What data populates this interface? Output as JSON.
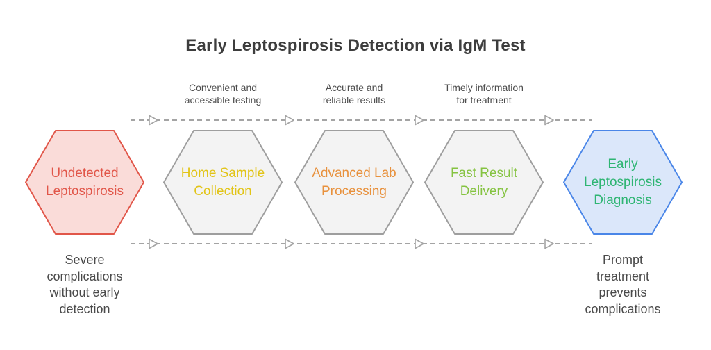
{
  "title": "Early Leptospirosis Detection via IgM Test",
  "colors": {
    "background": "#ffffff",
    "title_text": "#3d3d3d",
    "connector": "#a4a4a4",
    "connector_label_text": "#4d4d4d",
    "caption_text": "#4a4a4a"
  },
  "connector_labels": [
    {
      "text": "Convenient and\naccessible testing"
    },
    {
      "text": "Accurate and\nreliable results"
    },
    {
      "text": "Timely information\nfor treatment"
    }
  ],
  "steps": [
    {
      "label": "Undetected\nLeptospirosis",
      "fill": "#fadcd9",
      "border": "#e15649",
      "text_color": "#e15649"
    },
    {
      "label": "Home Sample\nCollection",
      "fill": "#f3f3f3",
      "border": "#9e9e9e",
      "text_color": "#e2c417"
    },
    {
      "label": "Advanced Lab\nProcessing",
      "fill": "#f3f3f3",
      "border": "#9e9e9e",
      "text_color": "#e8913d"
    },
    {
      "label": "Fast Result\nDelivery",
      "fill": "#f3f3f3",
      "border": "#9e9e9e",
      "text_color": "#85c341"
    },
    {
      "label": "Early\nLeptospirosis\nDiagnosis",
      "fill": "#dbe7fa",
      "border": "#4a86e8",
      "text_color": "#2eb573"
    }
  ],
  "captions": [
    {
      "text": "Severe\ncomplications\nwithout early\ndetection"
    },
    {
      "text": "Prompt\ntreatment\nprevents\ncomplications"
    }
  ]
}
